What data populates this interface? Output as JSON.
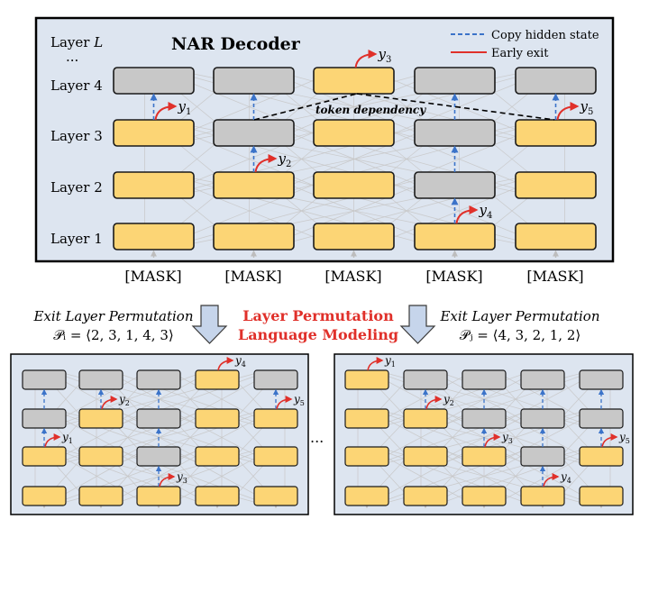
{
  "decoder_title": "NAR Decoder",
  "legend": {
    "copy": "Copy hidden state",
    "exit": "Early exit"
  },
  "layer_labels": [
    "Layer 1",
    "Layer 2",
    "Layer 3",
    "Layer 4",
    "...",
    "Layer L"
  ],
  "mask_label": "[MASK]",
  "token_dependency": "token dependency",
  "center_title": [
    "Layer Permutation",
    "Language Modeling"
  ],
  "left_caption": {
    "line1": "Exit Layer Permutation",
    "line2": "𝒫ᵢ = ⟨2, 3, 1, 4, 3⟩"
  },
  "right_caption": {
    "line1": "Exit Layer Permutation",
    "line2": "𝒫ⱼ = ⟨4, 3, 2, 1, 2⟩"
  },
  "ellipsis": "...",
  "outputs": [
    "y1",
    "y2",
    "y3",
    "y4",
    "y5"
  ],
  "output_subscripts": [
    "1",
    "2",
    "3",
    "4",
    "5"
  ],
  "main_exit_layers": [
    3,
    2,
    4,
    1,
    3
  ],
  "left_exit_layers": [
    2,
    3,
    1,
    4,
    3
  ],
  "right_exit_layers": [
    4,
    3,
    2,
    1,
    2
  ],
  "colors": {
    "panel_bg": "#dde5f0",
    "active_block": "#fcd575",
    "copied_block": "#c8c8c8",
    "exit_arrow": "#e0302a",
    "copy_arrow": "#3b73c9",
    "title_red": "#e0302a"
  }
}
